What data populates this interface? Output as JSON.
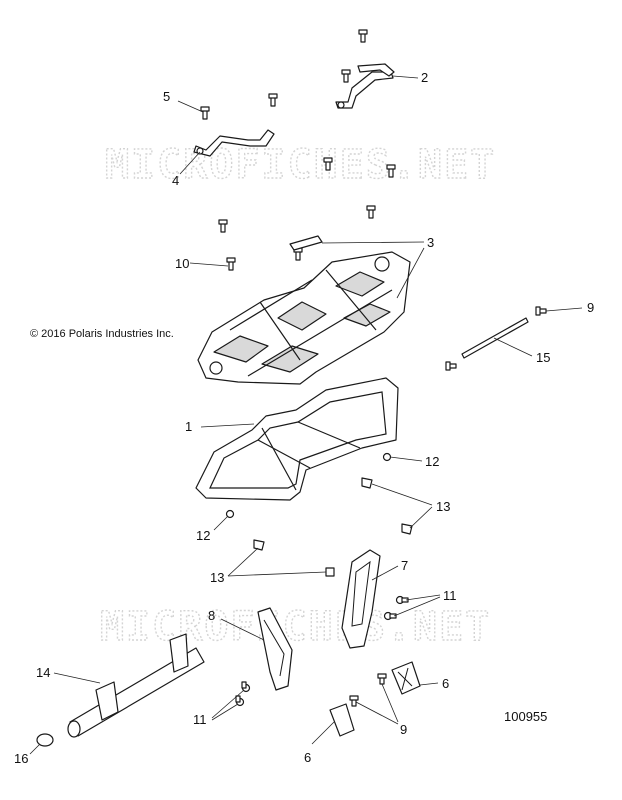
{
  "watermark": "MICROFICHES.NET",
  "copyright": "© 2016 Polaris Industries Inc.",
  "reference_number": "100955",
  "callouts": {
    "c1": "1",
    "c2": "2",
    "c3": "3",
    "c4": "4",
    "c5": "5",
    "c6a": "6",
    "c6b": "6",
    "c7": "7",
    "c8": "8",
    "c9a": "9",
    "c9b": "9",
    "c10": "10",
    "c11a": "11",
    "c11b": "11",
    "c12a": "12",
    "c12b": "12",
    "c13a": "13",
    "c13b": "13",
    "c14": "14",
    "c15": "15",
    "c16": "16"
  }
}
